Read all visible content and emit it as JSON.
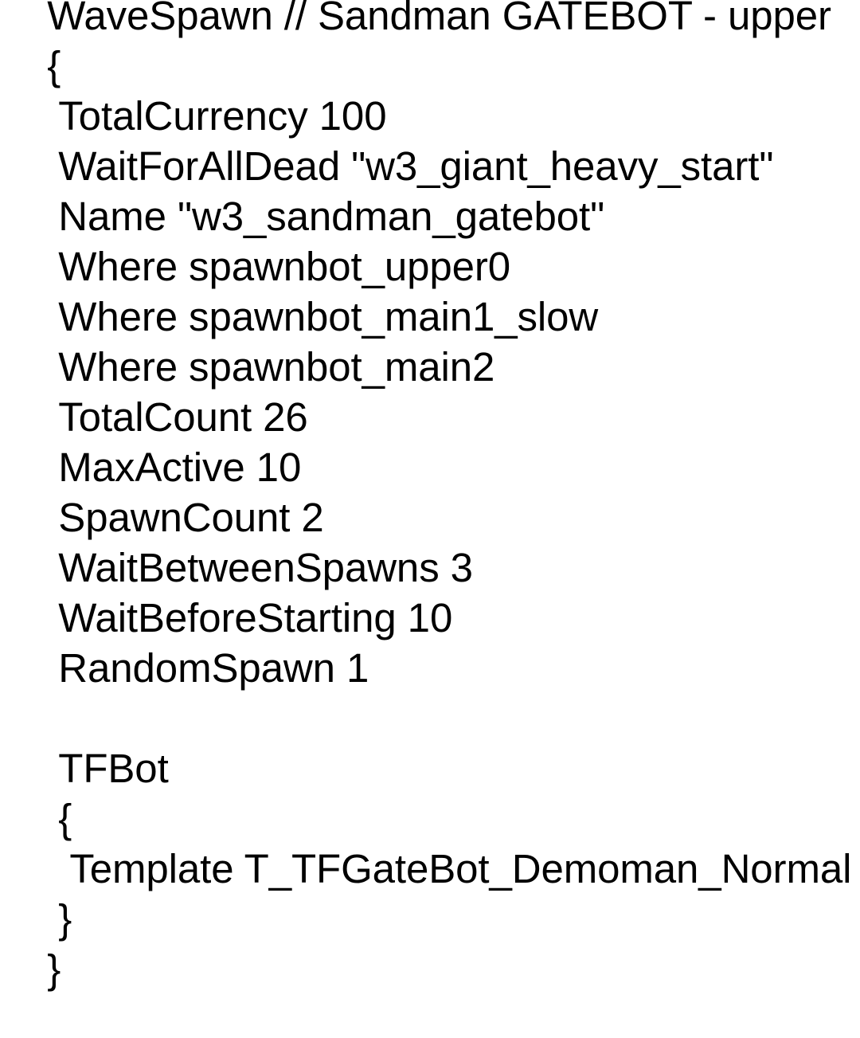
{
  "document": {
    "kind": "plain-text",
    "language": "tf2-popfile-keyvalues",
    "background_color": "#ffffff",
    "text_color": "#000000",
    "lines": [
      "   WaveSpawn // Sandman GATEBOT - upper",
      "   {",
      "    TotalCurrency 100",
      "    WaitForAllDead \"w3_giant_heavy_start\"",
      "    Name \"w3_sandman_gatebot\"",
      "    Where spawnbot_upper0",
      "    Where spawnbot_main1_slow",
      "    Where spawnbot_main2",
      "    TotalCount 26",
      "    MaxActive 10",
      "    SpawnCount 2",
      "    WaitBetweenSpawns 3",
      "    WaitBeforeStarting 10",
      "    RandomSpawn 1",
      "",
      "    TFBot",
      "    {",
      "     Template T_TFGateBot_Demoman_Normal",
      "    }",
      "   }"
    ],
    "entries": {
      "block_type": "WaveSpawn",
      "comment": "// Sandman GATEBOT - upper",
      "TotalCurrency": "100",
      "WaitForAllDead": "\"w3_giant_heavy_start\"",
      "Name": "\"w3_sandman_gatebot\"",
      "Where": [
        "spawnbot_upper0",
        "spawnbot_main1_slow",
        "spawnbot_main2"
      ],
      "TotalCount": "26",
      "MaxActive": "10",
      "SpawnCount": "2",
      "WaitBetweenSpawns": "3",
      "WaitBeforeStarting": "10",
      "RandomSpawn": "1",
      "TFBot": {
        "Template": "T_TFGateBot_Demoman_Normal"
      }
    }
  }
}
